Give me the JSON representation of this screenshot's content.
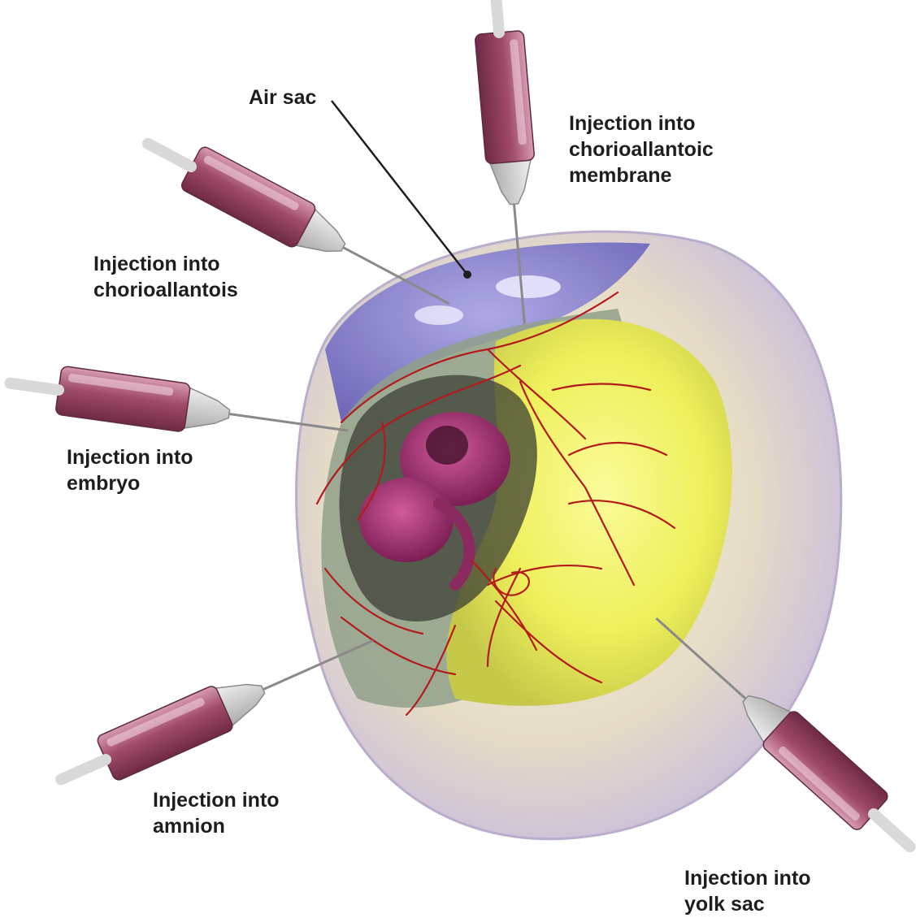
{
  "labels": {
    "air_sac": {
      "lines": [
        "Air sac"
      ]
    },
    "chorioallantoic_membrane": {
      "lines": [
        "Injection into",
        "chorioallantoic",
        "membrane"
      ]
    },
    "chorioallantois": {
      "lines": [
        "Injection into",
        "chorioallantois"
      ]
    },
    "embryo": {
      "lines": [
        "Injection into",
        "embryo"
      ]
    },
    "amnion": {
      "lines": [
        "Injection into",
        "amnion"
      ]
    },
    "yolk_sac": {
      "lines": [
        "Injection into",
        "yolk sac"
      ]
    }
  },
  "colors": {
    "shell": "#e9e2cf",
    "air_sac": "#7d78c9",
    "yolk": "#eef05a",
    "embryo": "#b0357a",
    "vessels": "#b31b1b",
    "syringe": "#a04a6a"
  }
}
